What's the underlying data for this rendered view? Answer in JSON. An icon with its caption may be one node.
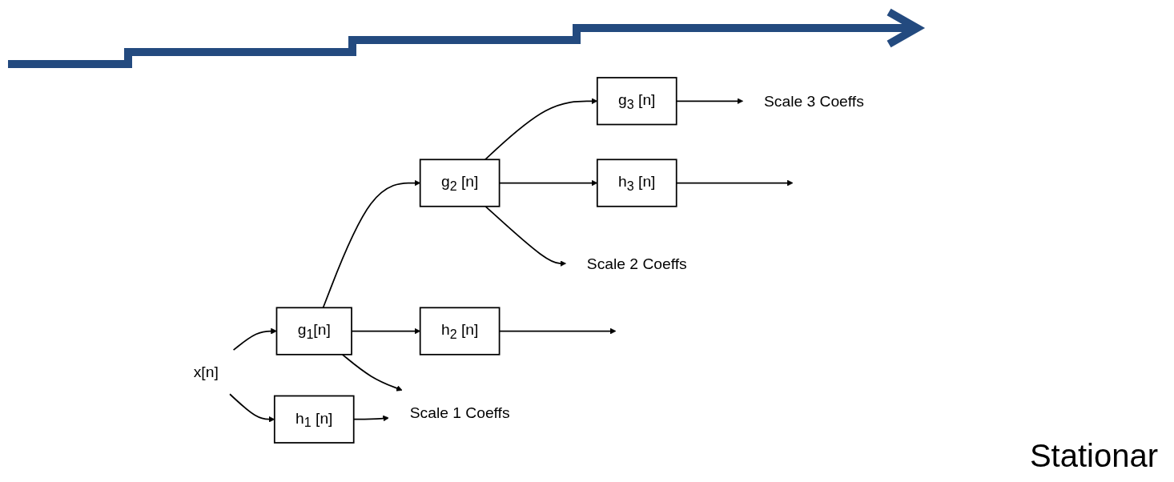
{
  "diagram": {
    "nodes": [
      {
        "text": [
          "x[n]"
        ]
      },
      {
        "text": [
          "g$_{1}$[n]"
        ]
      },
      {
        "text": [
          "h$_{1}$ [n]"
        ]
      },
      {
        "text": [
          "g$_{2}$ [n]"
        ]
      },
      {
        "text": [
          "h$_{2}$ [n]"
        ]
      },
      {
        "text": [
          "Scale 1 Coeffs"
        ]
      },
      {
        "text": [
          "g$_{3}$ [n]"
        ]
      },
      {
        "text": [
          "h$_{3}$ [n]"
        ]
      },
      {
        "text": [
          "Scale 2 Coeffs"
        ]
      },
      {
        "text": [
          "Scale 3 Coeffs"
        ]
      }
    ],
    "edges": [
      {
        "from": 0,
        "to": 1,
        "arrow": "to"
      },
      {
        "from": 0,
        "to": 2,
        "arrow": "to"
      },
      {
        "from": 1,
        "to": 3,
        "arrow": "to"
      },
      {
        "from": 1,
        "to": 4,
        "arrow": "to"
      },
      {
        "from": 1,
        "to": 5,
        "arrow": "to"
      },
      {
        "from": 2,
        "to": 5,
        "arrow": "to"
      },
      {
        "from": 3,
        "to": 6,
        "arrow": "to"
      },
      {
        "from": 3,
        "to": 7,
        "arrow": "to"
      },
      {
        "from": 3,
        "to": 8,
        "arrow": "to"
      },
      {
        "from": 4,
        "to": null,
        "arrow": "to"
      },
      {
        "from": 6,
        "to": 9,
        "arrow": "to"
      },
      {
        "from": 7,
        "to": null,
        "arrow": "to"
      }
    ],
    "labels": [
      "Stationar"
    ]
  }
}
